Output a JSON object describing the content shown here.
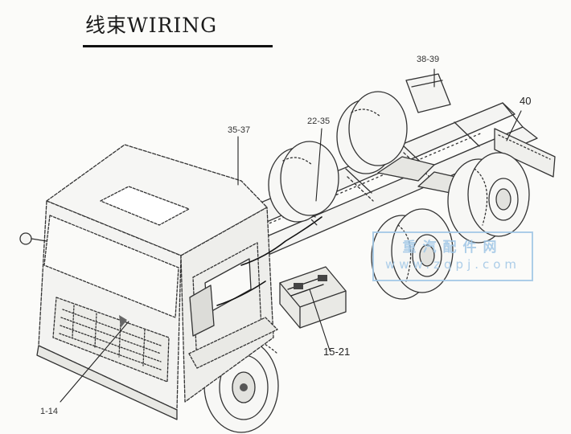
{
  "title": "线束WIRING",
  "callouts": {
    "c1": "38-39",
    "c2": "40",
    "c3": "22-35",
    "c4": "35-37",
    "c5": "15-21",
    "c6": "1-14"
  },
  "watermark": {
    "name": "重汽配件网",
    "url": "www.zqpj.com",
    "color": "#9fc6e6"
  }
}
